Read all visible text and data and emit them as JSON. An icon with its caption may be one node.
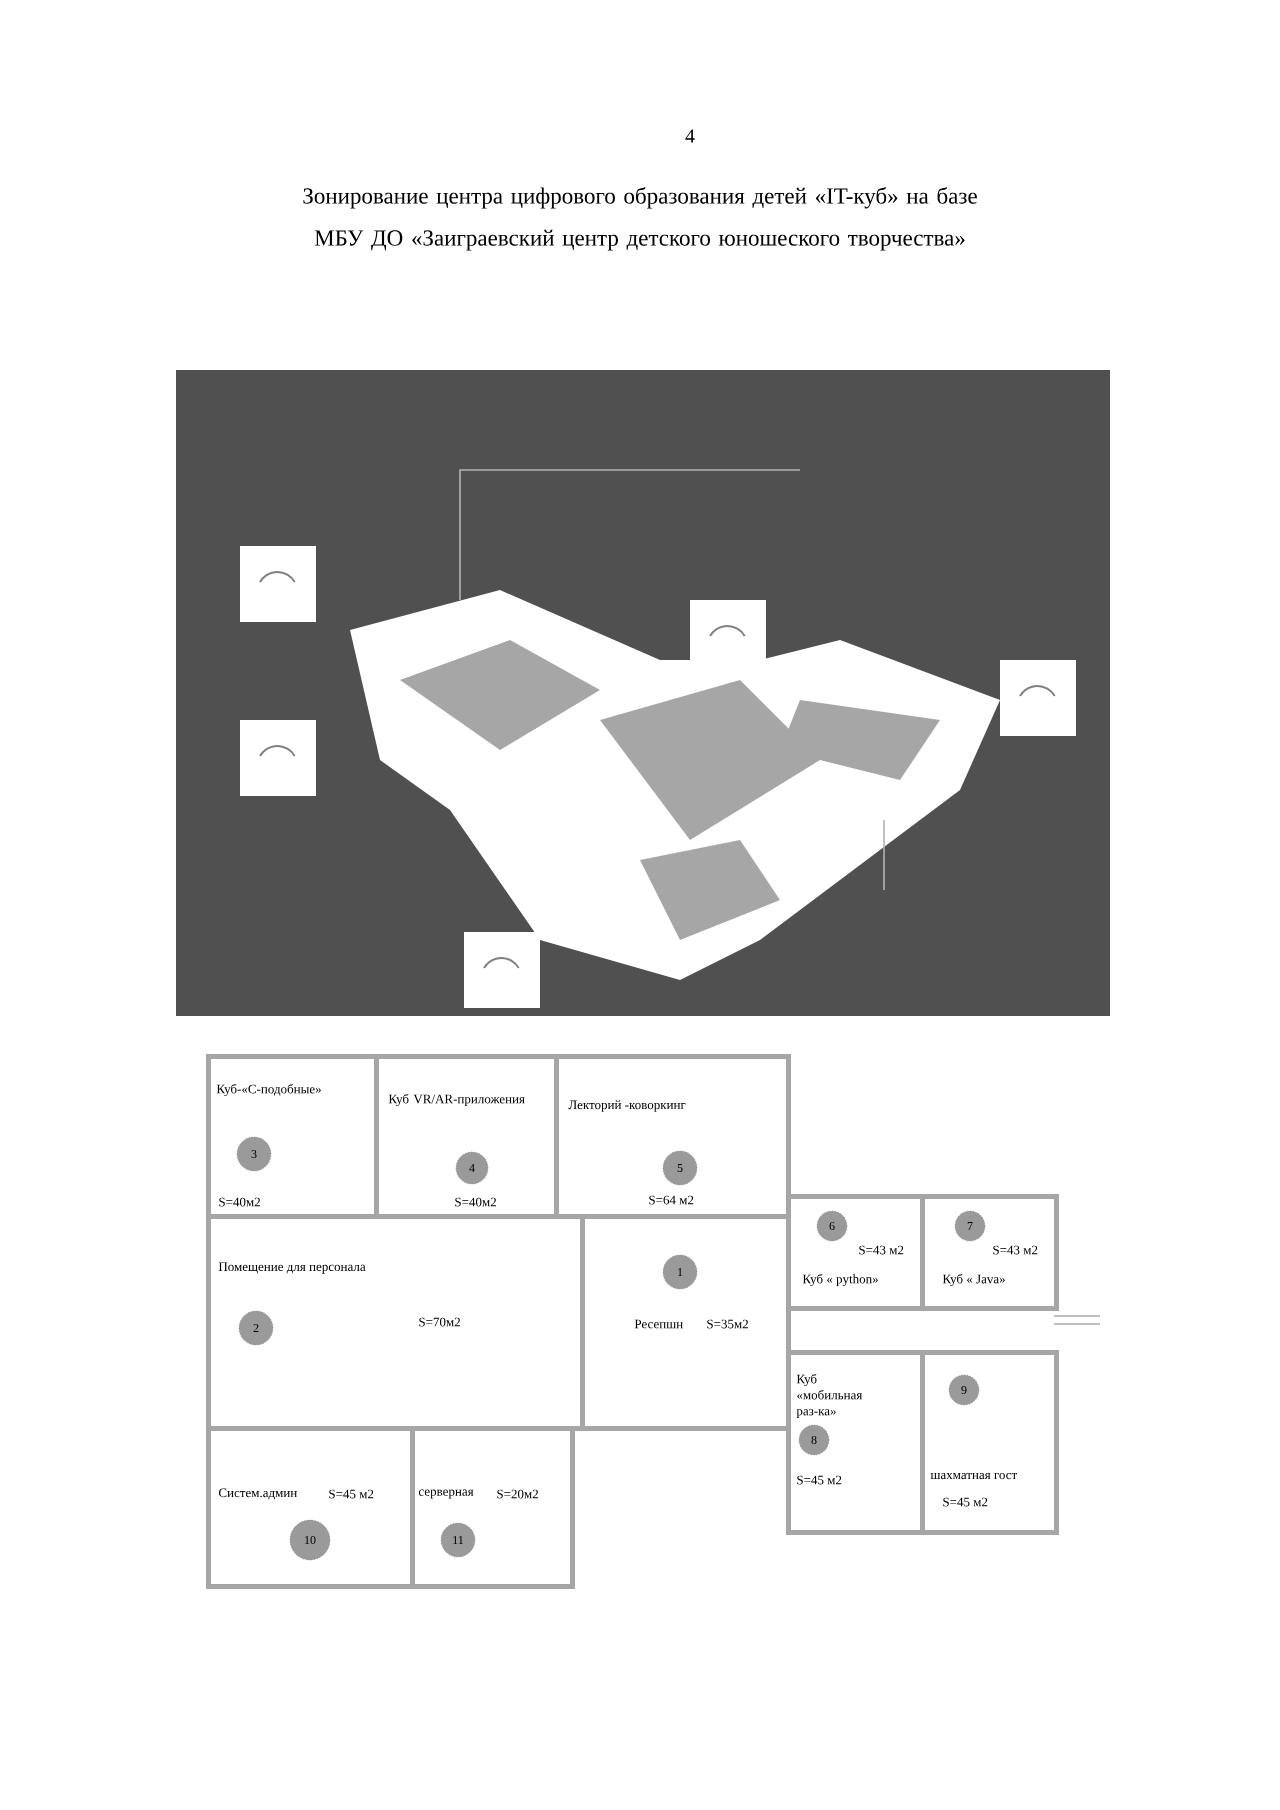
{
  "diagram": {
    "title": "Зонирование центра цифрового образования детей «IT-куб» на базе МБУ ДО «Заиграевский центр детского юношеского творчества»",
    "nodes": [
      {
        "text": [
          "Куб-«С-подобные»",
          "S=40м2"
        ]
      },
      {
        "text": [
          "3"
        ],
        "in": 0
      },
      {
        "text": [
          "Куб VR/AR-приложения",
          "S=40м2"
        ]
      },
      {
        "text": [
          "4"
        ],
        "in": 2
      },
      {
        "text": [
          "Лекторий -коворкинг",
          "S=64 м2"
        ]
      },
      {
        "text": [
          "5"
        ],
        "in": 4
      },
      {
        "text": [
          "Помещение для персонала",
          "S=70м2"
        ]
      },
      {
        "text": [
          "2"
        ],
        "in": 6
      },
      {
        "text": [
          "Ресепшн",
          "S=35м2"
        ]
      },
      {
        "text": [
          "1"
        ],
        "in": 8
      },
      {
        "text": [
          "S=43 м2",
          "Куб « python»"
        ]
      },
      {
        "text": [
          "6"
        ],
        "in": 10
      },
      {
        "text": [
          "S=43 м2",
          "Куб « Java»"
        ]
      },
      {
        "text": [
          "7"
        ],
        "in": 12
      },
      {
        "text": [
          "Куб «мобильная раз-ка»",
          "S=45 м2"
        ]
      },
      {
        "text": [
          "8"
        ],
        "in": 14
      },
      {
        "text": [
          "шахматная гост",
          "S=45 м2"
        ]
      },
      {
        "text": [
          "9"
        ],
        "in": 16
      },
      {
        "text": [
          "Систем.админ",
          "S=45 м2"
        ]
      },
      {
        "text": [
          "10"
        ],
        "in": 18
      },
      {
        "text": [
          "серверная",
          "S=20м2"
        ]
      },
      {
        "text": [
          "11"
        ],
        "in": 20
      }
    ],
    "labels": [
      "4"
    ]
  }
}
